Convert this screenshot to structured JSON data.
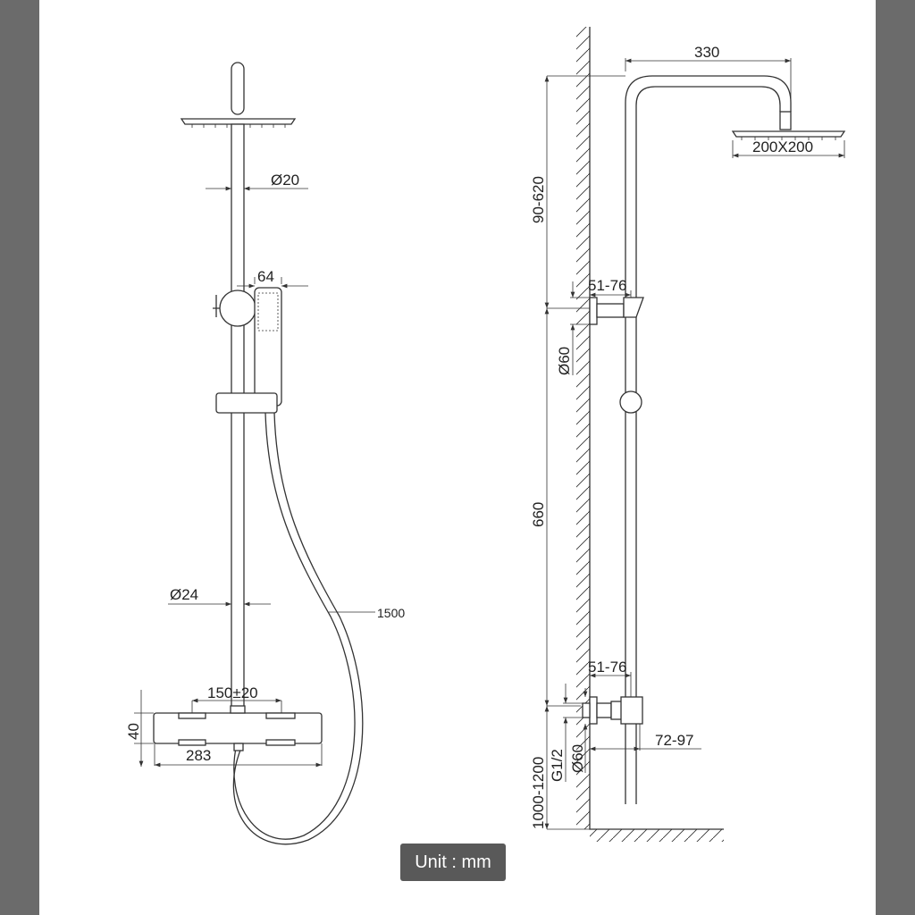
{
  "front_view": {
    "riser_diameter": "Ø20",
    "hand_shower_width": "64",
    "lower_pipe_diameter": "Ø24",
    "hose_length": "1500",
    "inlet_spacing": "150±20",
    "valve_height": "40",
    "valve_width": "283"
  },
  "side_view": {
    "arm_length": "330",
    "head_size": "200X200",
    "upper_height": "90-620",
    "upper_bracket_depth": "51-76",
    "upper_flange_diameter": "Ø60",
    "middle_height": "660",
    "lower_bracket_depth": "51-76",
    "inlet_offset": "72-97",
    "thread": "G1/2",
    "lower_flange_diameter": "Ø60",
    "floor_height": "1000-1200"
  },
  "unit_label": "Unit : mm",
  "colors": {
    "side_bars": "#6b6b6b",
    "unit_badge": "#595959",
    "lines": "#333333"
  }
}
